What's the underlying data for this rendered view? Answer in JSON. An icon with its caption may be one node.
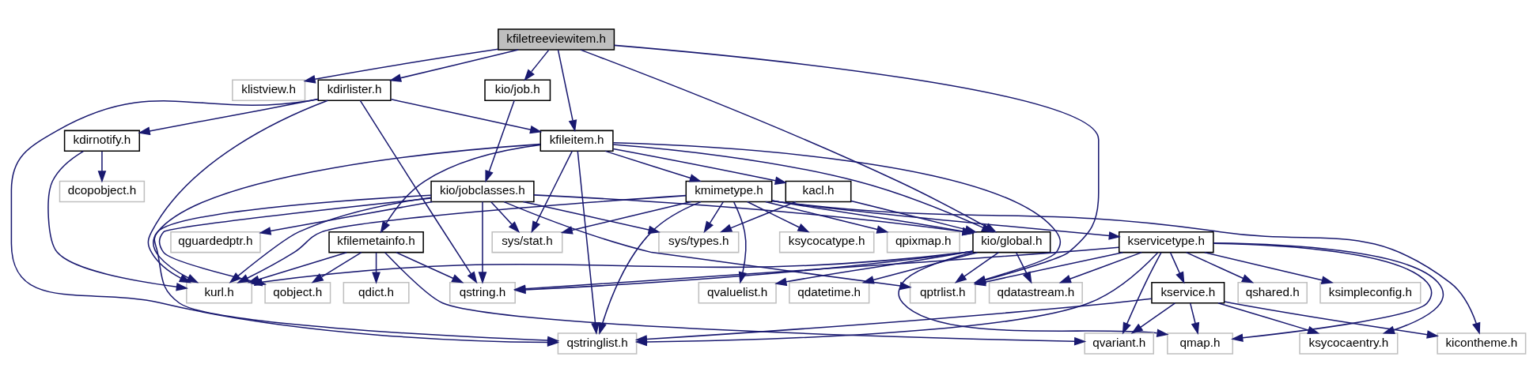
{
  "diagram": {
    "nodes": [
      {
        "text": [
          "kfiletreeviewitem.h"
        ]
      },
      {
        "text": [
          "klistview.h"
        ]
      },
      {
        "text": [
          "kio/job.h"
        ]
      },
      {
        "text": [
          "kdirlister.h"
        ]
      },
      {
        "text": [
          "kfileitem.h"
        ]
      },
      {
        "text": [
          "kdirnotify.h"
        ]
      },
      {
        "text": [
          "kacl.h"
        ]
      },
      {
        "text": [
          "kmimetype.h"
        ]
      },
      {
        "text": [
          "kio/jobclasses.h"
        ]
      },
      {
        "text": [
          "dcopobject.h"
        ]
      },
      {
        "text": [
          "kio/global.h"
        ]
      },
      {
        "text": [
          "ksycocatype.h"
        ]
      },
      {
        "text": [
          "qpixmap.h"
        ]
      },
      {
        "text": [
          "sys/types.h"
        ]
      },
      {
        "text": [
          "kservicetype.h"
        ]
      },
      {
        "text": [
          "sys/stat.h"
        ]
      },
      {
        "text": [
          "qguardedptr.h"
        ]
      },
      {
        "text": [
          "kfilemetainfo.h"
        ]
      },
      {
        "text": [
          "qvaluelist.h"
        ]
      },
      {
        "text": [
          "qdatetime.h"
        ]
      },
      {
        "text": [
          "qptrlist.h"
        ]
      },
      {
        "text": [
          "qdatastream.h"
        ]
      },
      {
        "text": [
          "kservice.h"
        ]
      },
      {
        "text": [
          "qshared.h"
        ]
      },
      {
        "text": [
          "ksimpleconfig.h"
        ]
      },
      {
        "text": [
          "qstring.h"
        ]
      },
      {
        "text": [
          "qdict.h"
        ]
      },
      {
        "text": [
          "qobject.h"
        ]
      },
      {
        "text": [
          "kurl.h"
        ]
      },
      {
        "text": [
          "qmap.h"
        ]
      },
      {
        "text": [
          "kicontheme.h"
        ]
      },
      {
        "text": [
          "ksycocaentry.h"
        ]
      },
      {
        "text": [
          "qvariant.h"
        ]
      },
      {
        "text": [
          "qstringlist.h"
        ]
      }
    ],
    "edges": [
      {
        "from": 0,
        "to": 1,
        "arrow": "to"
      },
      {
        "from": 0,
        "to": 10,
        "arrow": "to"
      },
      {
        "from": 0,
        "to": 4,
        "arrow": "to"
      },
      {
        "from": 0,
        "to": 2,
        "arrow": "to"
      },
      {
        "from": 0,
        "to": 3,
        "arrow": "to"
      },
      {
        "from": 0,
        "to": 20,
        "arrow": "to"
      },
      {
        "from": 2,
        "to": 8,
        "arrow": "to"
      },
      {
        "from": 3,
        "to": 4,
        "arrow": "to"
      },
      {
        "from": 3,
        "to": 25,
        "arrow": "to"
      },
      {
        "from": 3,
        "to": 28,
        "arrow": "to"
      },
      {
        "from": 3,
        "to": 5,
        "arrow": "to"
      },
      {
        "from": 3,
        "to": 33,
        "arrow": "to"
      },
      {
        "from": 4,
        "to": 20,
        "arrow": "to"
      },
      {
        "from": 4,
        "to": 10,
        "arrow": "to"
      },
      {
        "from": 4,
        "to": 6,
        "arrow": "to"
      },
      {
        "from": 4,
        "to": 7,
        "arrow": "to"
      },
      {
        "from": 4,
        "to": 15,
        "arrow": "to"
      },
      {
        "from": 4,
        "to": 17,
        "arrow": "to"
      },
      {
        "from": 4,
        "to": 28,
        "arrow": "to"
      },
      {
        "from": 4,
        "to": 33,
        "arrow": "to"
      },
      {
        "from": 5,
        "to": 9,
        "arrow": "to"
      },
      {
        "from": 5,
        "to": 28,
        "arrow": "to"
      },
      {
        "from": 6,
        "to": 10,
        "arrow": "to"
      },
      {
        "from": 6,
        "to": 13,
        "arrow": "to"
      },
      {
        "from": 7,
        "to": 18,
        "arrow": "to"
      },
      {
        "from": 7,
        "to": 10,
        "arrow": "to"
      },
      {
        "from": 7,
        "to": 11,
        "arrow": "to"
      },
      {
        "from": 7,
        "to": 12,
        "arrow": "to"
      },
      {
        "from": 7,
        "to": 13,
        "arrow": "to"
      },
      {
        "from": 7,
        "to": 30,
        "arrow": "to"
      },
      {
        "from": 7,
        "to": 14,
        "arrow": "to"
      },
      {
        "from": 7,
        "to": 15,
        "arrow": "to"
      },
      {
        "from": 7,
        "to": 33,
        "arrow": "to"
      },
      {
        "from": 7,
        "to": 28,
        "arrow": "to"
      },
      {
        "from": 8,
        "to": 10,
        "arrow": "to"
      },
      {
        "from": 8,
        "to": 13,
        "arrow": "to"
      },
      {
        "from": 8,
        "to": 20,
        "arrow": "to"
      },
      {
        "from": 8,
        "to": 15,
        "arrow": "to"
      },
      {
        "from": 8,
        "to": 16,
        "arrow": "to"
      },
      {
        "from": 8,
        "to": 25,
        "arrow": "to"
      },
      {
        "from": 8,
        "to": 33,
        "arrow": "to"
      },
      {
        "from": 8,
        "to": 27,
        "arrow": "to"
      },
      {
        "from": 8,
        "to": 28,
        "arrow": "to"
      },
      {
        "from": 10,
        "to": 18,
        "arrow": "to"
      },
      {
        "from": 10,
        "to": 19,
        "arrow": "to"
      },
      {
        "from": 10,
        "to": 20,
        "arrow": "to"
      },
      {
        "from": 10,
        "to": 21,
        "arrow": "to"
      },
      {
        "from": 10,
        "to": 29,
        "arrow": "to"
      },
      {
        "from": 10,
        "to": 25,
        "arrow": "to"
      },
      {
        "from": 10,
        "to": 28,
        "arrow": "to"
      },
      {
        "from": 14,
        "to": 20,
        "arrow": "to"
      },
      {
        "from": 14,
        "to": 21,
        "arrow": "to"
      },
      {
        "from": 14,
        "to": 29,
        "arrow": "to"
      },
      {
        "from": 14,
        "to": 31,
        "arrow": "to"
      },
      {
        "from": 14,
        "to": 22,
        "arrow": "to"
      },
      {
        "from": 14,
        "to": 23,
        "arrow": "to"
      },
      {
        "from": 14,
        "to": 24,
        "arrow": "to"
      },
      {
        "from": 14,
        "to": 25,
        "arrow": "to"
      },
      {
        "from": 14,
        "to": 32,
        "arrow": "to"
      },
      {
        "from": 14,
        "to": 33,
        "arrow": "to"
      },
      {
        "from": 17,
        "to": 25,
        "arrow": "to"
      },
      {
        "from": 17,
        "to": 32,
        "arrow": "to"
      },
      {
        "from": 17,
        "to": 26,
        "arrow": "to"
      },
      {
        "from": 17,
        "to": 27,
        "arrow": "to"
      },
      {
        "from": 17,
        "to": 28,
        "arrow": "to"
      },
      {
        "from": 22,
        "to": 29,
        "arrow": "to"
      },
      {
        "from": 22,
        "to": 30,
        "arrow": "to"
      },
      {
        "from": 22,
        "to": 31,
        "arrow": "to"
      },
      {
        "from": 22,
        "to": 32,
        "arrow": "to"
      },
      {
        "from": 22,
        "to": 33,
        "arrow": "to"
      }
    ]
  }
}
